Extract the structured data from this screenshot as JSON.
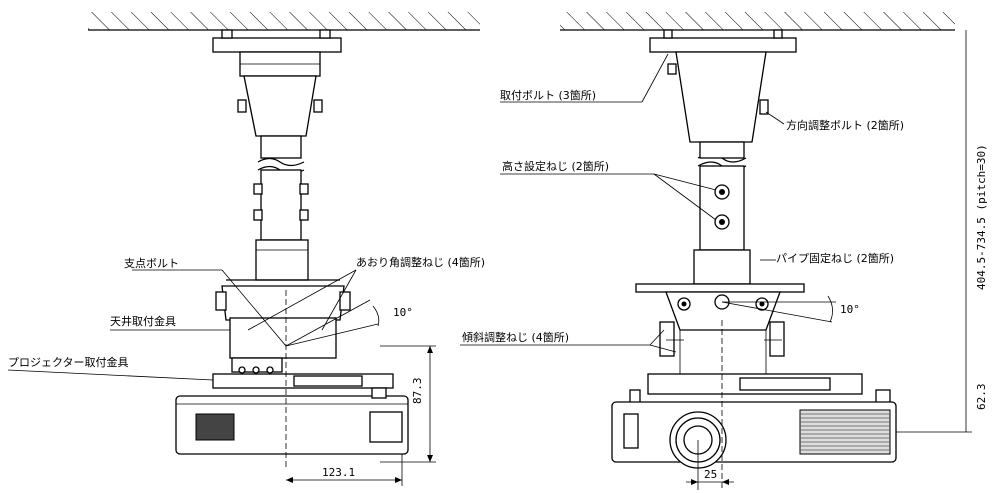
{
  "labels": {
    "fulcrum_bolt": "支点ボルト",
    "tilt_angle_screws": "あおり角調整ねじ (4箇所)",
    "ceiling_bracket": "天井取付金具",
    "projector_bracket": "プロジェクター取付金具",
    "mounting_bolts": "取付ボルト (3箇所)",
    "direction_bolts": "方向調整ボルト (2箇所)",
    "height_screws": "高さ設定ねじ (2箇所)",
    "pipe_screws": "パイプ固定ねじ (2箇所)",
    "tilt_screws": "傾斜調整ねじ (4箇所)"
  },
  "dimensions": {
    "angle_left": "10°",
    "angle_right": "10°",
    "height_left": "87.3",
    "width_left": "123.1",
    "width_right": "25",
    "height_right": "62.3",
    "pitch_range": "404.5-734.5 (pitch=30)"
  }
}
